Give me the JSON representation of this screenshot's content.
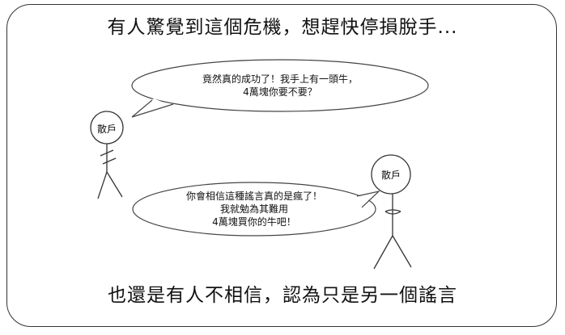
{
  "title": "有人驚覺到這個危機，想趕快停損脫手...",
  "caption": "也還是有人不相信，認為只是另一個謠言",
  "speaker_left": {
    "label": "散戶",
    "speech": [
      "竟然真的成功了！我手上有一頭牛，",
      "4萬塊你要不要？"
    ]
  },
  "speaker_right": {
    "label": "散戶",
    "speech": [
      "你會相信這種謠言真的是瘋了！",
      "我就勉為其難用",
      "4萬塊買你的牛吧！"
    ]
  }
}
